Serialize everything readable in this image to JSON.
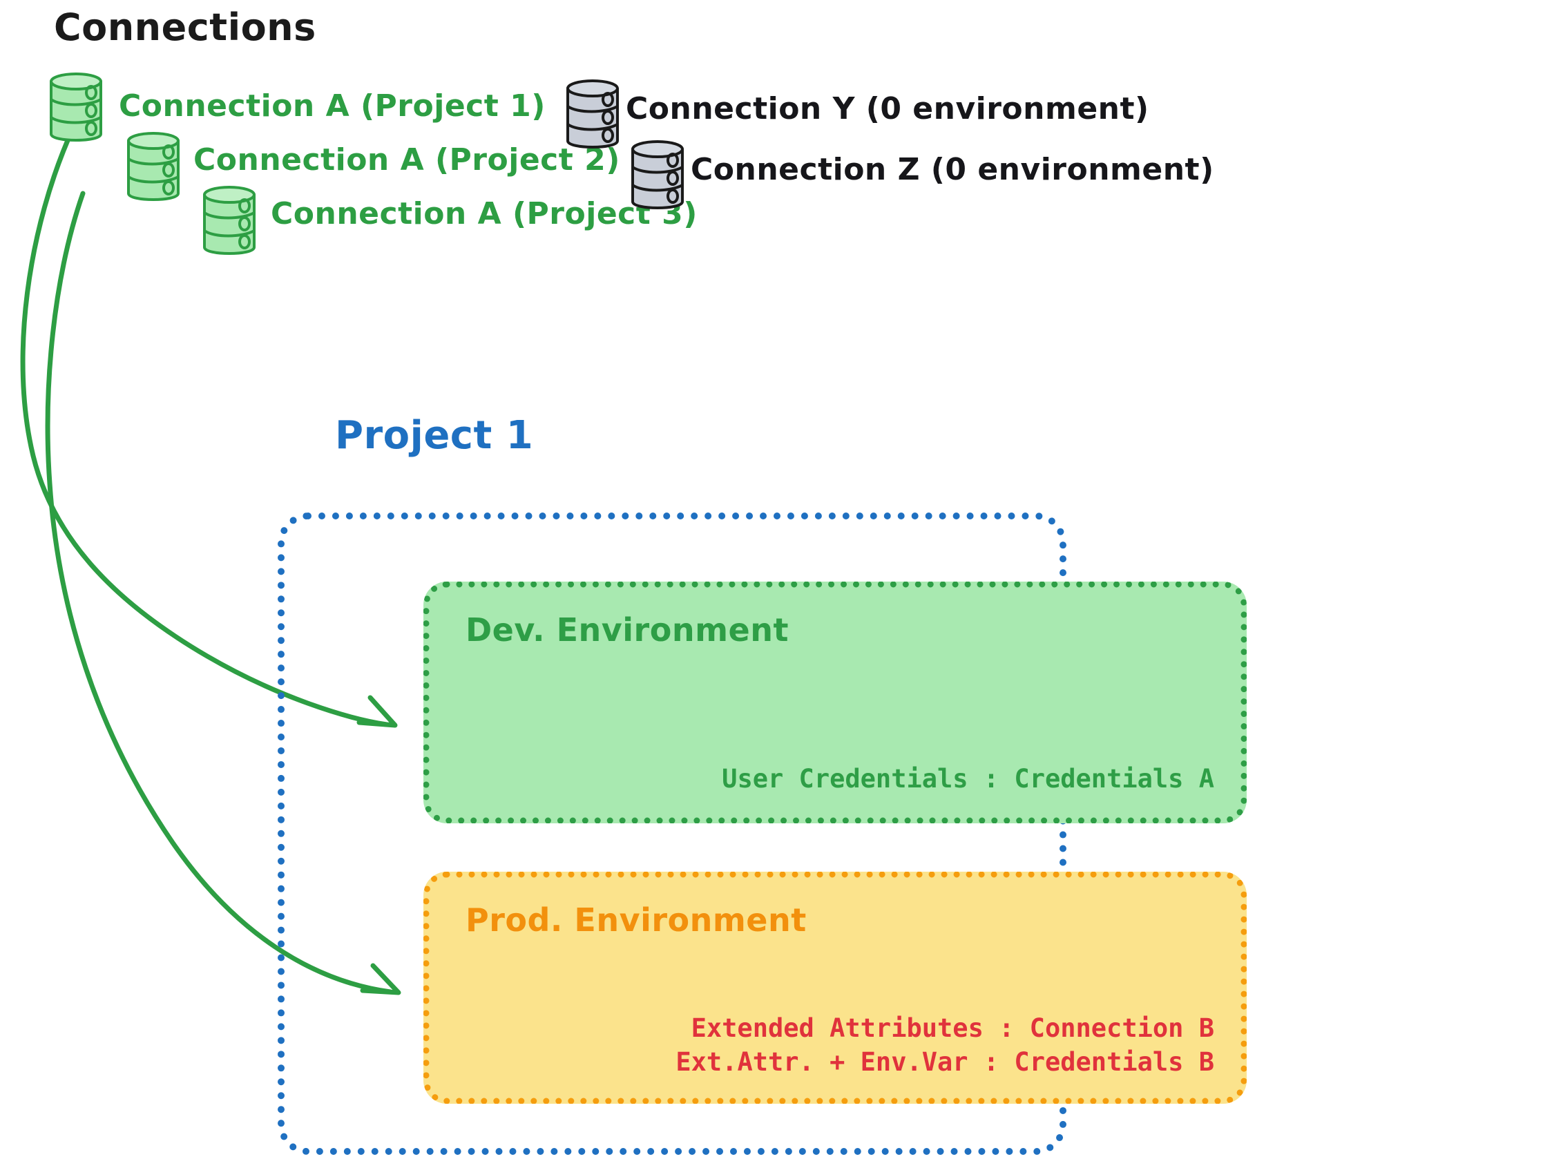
{
  "page": {
    "title": "Connections",
    "background": "#ffffff"
  },
  "colors": {
    "green_stroke": "#2d9e43",
    "green_fill": "#a8e9b0",
    "gray_stroke": "#1a1a1a",
    "gray_fill": "#c9ced8",
    "blue": "#1f70c1",
    "orange": "#f2900d",
    "orange_fill": "#fbe38c",
    "red": "#e0323c",
    "black": "#1b1b1b"
  },
  "connections": {
    "heading": "Connections",
    "green_items": [
      {
        "label": "Connection A (Project 1)",
        "icon": "database-icon",
        "color": "#2d9e43"
      },
      {
        "label": "Connection A (Project 2)",
        "icon": "database-icon",
        "color": "#2d9e43"
      },
      {
        "label": "Connection A (Project 3)",
        "icon": "database-icon",
        "color": "#2d9e43"
      }
    ],
    "gray_items": [
      {
        "label": "Connection Y (0 environment)",
        "icon": "database-icon",
        "color": "#16161a"
      },
      {
        "label": "Connection Z (0 environment)",
        "icon": "database-icon",
        "color": "#16161a"
      }
    ]
  },
  "project": {
    "title": "Project 1",
    "environments": [
      {
        "name": "dev",
        "title": "Dev. Environment",
        "border_color": "#2e9e46",
        "fill_color": "#a8e9b0",
        "text_color": "#2e9e46",
        "lines": [
          "User Credentials : Credentials A"
        ]
      },
      {
        "name": "prod",
        "title": "Prod. Environment",
        "border_color": "#f59d0e",
        "fill_color": "#fbe38c",
        "text_color": "#e0323c",
        "lines": [
          "Extended Attributes : Connection B",
          "Ext.Attr. + Env.Var : Credentials B"
        ]
      }
    ]
  },
  "arrows": [
    {
      "from": "connection-a-project-1",
      "to": "dev-environment",
      "color": "#2d9e43"
    },
    {
      "from": "connection-a-project-1",
      "to": "prod-environment",
      "color": "#2d9e43"
    }
  ]
}
